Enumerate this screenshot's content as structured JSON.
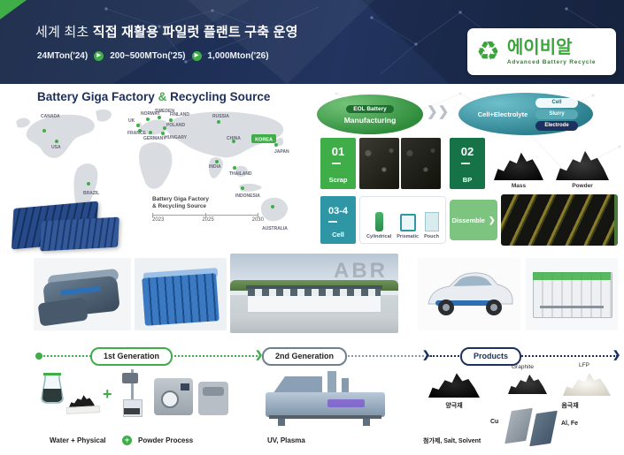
{
  "colors": {
    "green": "#3fae49",
    "navy": "#1d3160",
    "teal": "#2f96a5",
    "dark_green": "#157347",
    "light_green": "#7cc47f"
  },
  "icons": {
    "play": "▶",
    "chevron": "❯",
    "plus": "+",
    "recycle": "♻"
  },
  "header": {
    "title_prefix": "세계 최초",
    "title_main": "직접 재활용 파일럿 플랜트 구축 운영",
    "milestones": [
      "24MTon('24)",
      "200~500MTon('25)",
      "1,000Mton('26)"
    ],
    "logo_name": "에이비알",
    "logo_tagline": "Advanced Battery Recycle"
  },
  "map": {
    "section_title_a": "Battery Giga Factory",
    "section_title_amp": "&",
    "section_title_b": "Recycling Source",
    "legend_line1": "Battery Giga Factory",
    "legend_line2": "& Recycling Source",
    "years": [
      "2023",
      "2025",
      "2030"
    ],
    "korea_badge": "KOREA",
    "labels": [
      "CANADA",
      "USA",
      "BRAZIL",
      "UK",
      "NORWAY",
      "SWEDEN",
      "FINLAND",
      "GERMANY",
      "POLAND",
      "FRANCE",
      "HUNGARY",
      "RUSSIA",
      "CHINA",
      "JAPAN",
      "INDIA",
      "THAILAND",
      "INDONESIA",
      "AUSTRALIA"
    ]
  },
  "flow": {
    "eol_badge": "EOL Battery",
    "eol_label": "Manufacturing",
    "cell_label": "Cell+Electrolyte",
    "cell_tags": [
      "Cell",
      "Slurry",
      "Electrode"
    ],
    "step1_num": "01",
    "step1_label": "Scrap",
    "step2_num": "02",
    "step2_label": "BP",
    "mass_label": "Mass",
    "powder_label": "Powder",
    "step3_num": "03-4",
    "step3_label": "Cell",
    "cell_types": [
      "Cylindrical",
      "Prismatic",
      "Pouch"
    ],
    "dissemble_label": "Dissemble"
  },
  "photos": {
    "watermark": "ABR"
  },
  "process": {
    "stage1": "1st Generation",
    "stage2": "2nd Generation",
    "stage3": "Products",
    "cap_water": "Water + Physical",
    "cap_powder": "Powder Process",
    "cap_uv": "UV, Plasma",
    "prod_cathode": "양극재",
    "prod_anode": "음극재",
    "prod_graphite": "Graphite",
    "prod_lfp": "LFP",
    "prod_additive": "첨가제, Salt, Solvent",
    "prod_cu": "Cu",
    "prod_alfe": "Al, Fe"
  }
}
